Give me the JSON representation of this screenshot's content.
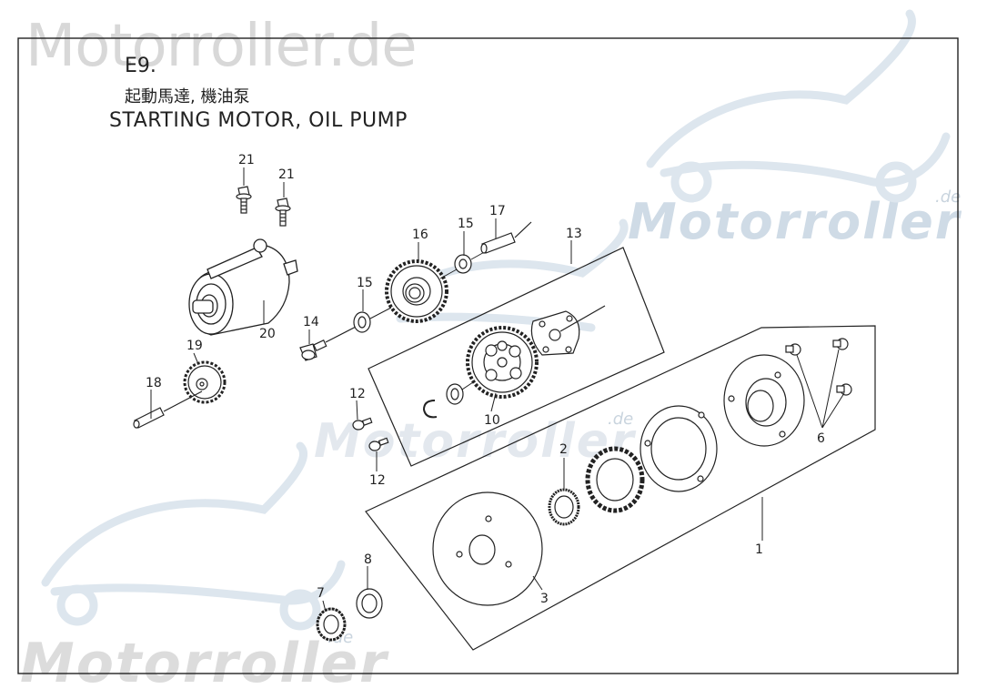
{
  "watermark": {
    "top": "Motorroller.de",
    "brand": "Motorroller",
    "de": ".de"
  },
  "diagram": {
    "code": "E9.",
    "title_cn": "起動馬達, 機油泵",
    "title_en": "STARTING MOTOR, OIL PUMP"
  },
  "callouts": {
    "c1": "1",
    "c2": "2",
    "c3": "3",
    "c6": "6",
    "c7": "7",
    "c8": "8",
    "c10": "10",
    "c12a": "12",
    "c12b": "12",
    "c13": "13",
    "c14": "14",
    "c15a": "15",
    "c15b": "15",
    "c16": "16",
    "c17": "17",
    "c18": "18",
    "c19": "19",
    "c20": "20",
    "c21a": "21",
    "c21b": "21"
  },
  "colors": {
    "line": "#222222",
    "watermark_gray": "#d8d8d8",
    "watermark_blue": "#cfdbe6"
  }
}
